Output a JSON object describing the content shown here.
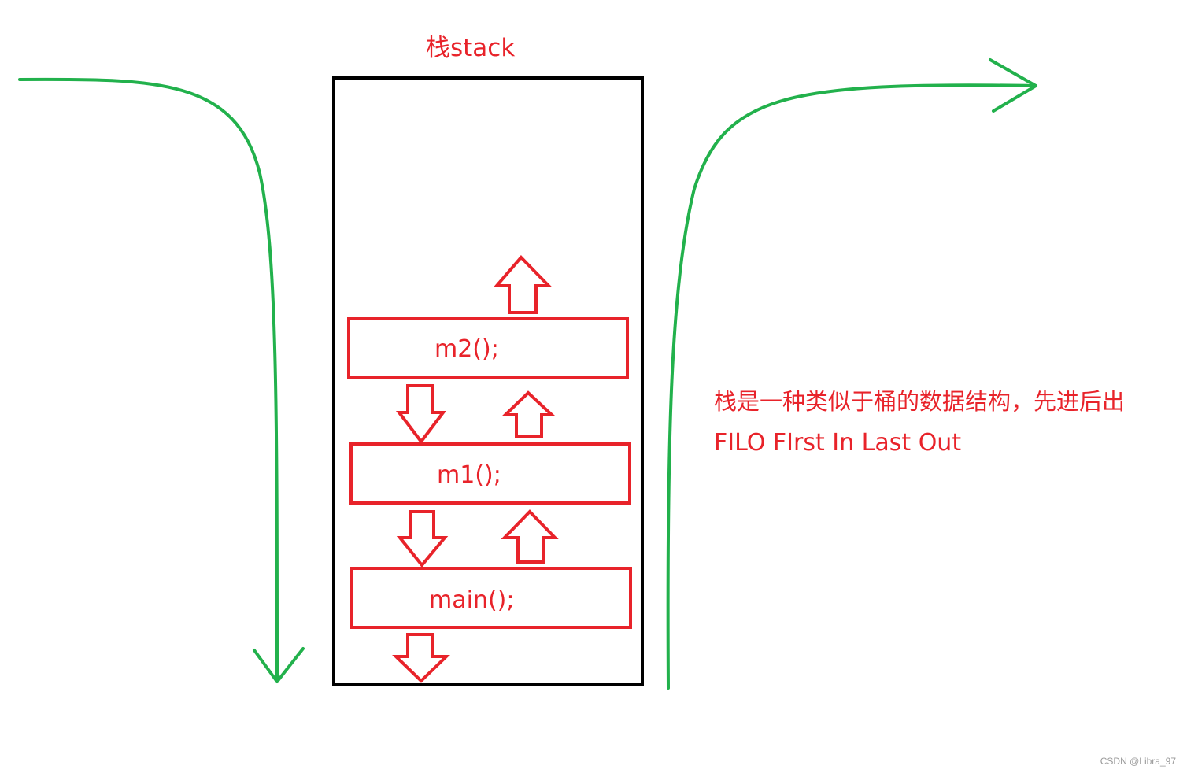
{
  "title": "栈stack",
  "frames": [
    {
      "label": "m2();"
    },
    {
      "label": "m1();"
    },
    {
      "label": "main();"
    }
  ],
  "note": {
    "line1": "栈是一种类似于桶的数据结构，先进后出",
    "line2": "FILO FIrst In Last Out"
  },
  "watermark": "CSDN @Libra_97",
  "colors": {
    "stroke_black": "#000000",
    "stroke_red": "#e8232a",
    "stroke_green": "#22b14c",
    "text_red": "#e8232a"
  }
}
